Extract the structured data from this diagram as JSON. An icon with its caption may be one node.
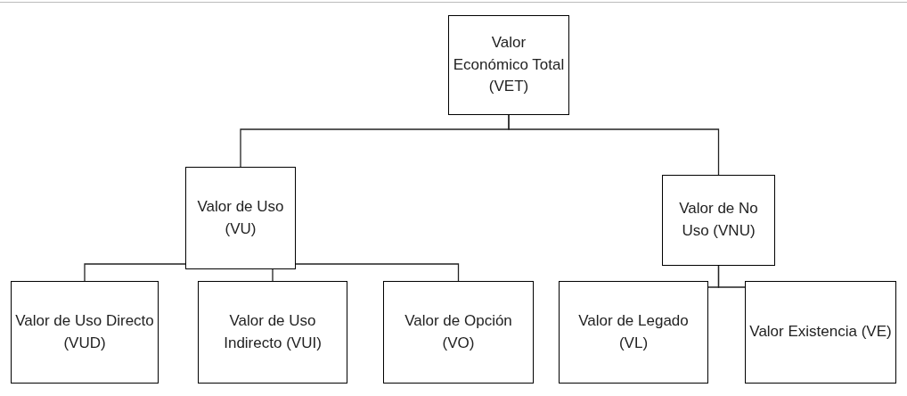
{
  "diagram": {
    "nodes": [
      {
        "text": [
          "Valor Económico Total (VET)"
        ]
      },
      {
        "text": [
          "Valor de Uso (VU)"
        ]
      },
      {
        "text": [
          "Valor de No Uso (VNU)"
        ]
      },
      {
        "text": [
          "Valor de Uso Directo (VUD)"
        ]
      },
      {
        "text": [
          "Valor de Uso Indirecto (VUI)"
        ]
      },
      {
        "text": [
          "Valor de Opción (VO)"
        ]
      },
      {
        "text": [
          "Valor de Legado (VL)"
        ]
      },
      {
        "text": [
          "Valor Existencia (VE)"
        ]
      }
    ],
    "edges": [
      {
        "from": 0,
        "to": 1,
        "arrow": "none"
      },
      {
        "from": 0,
        "to": 2,
        "arrow": "none"
      },
      {
        "from": 1,
        "to": 3,
        "arrow": "none"
      },
      {
        "from": 1,
        "to": 4,
        "arrow": "none"
      },
      {
        "from": 1,
        "to": 5,
        "arrow": "none"
      },
      {
        "from": 2,
        "to": 6,
        "arrow": "none"
      },
      {
        "from": 2,
        "to": 7,
        "arrow": "none"
      }
    ]
  }
}
